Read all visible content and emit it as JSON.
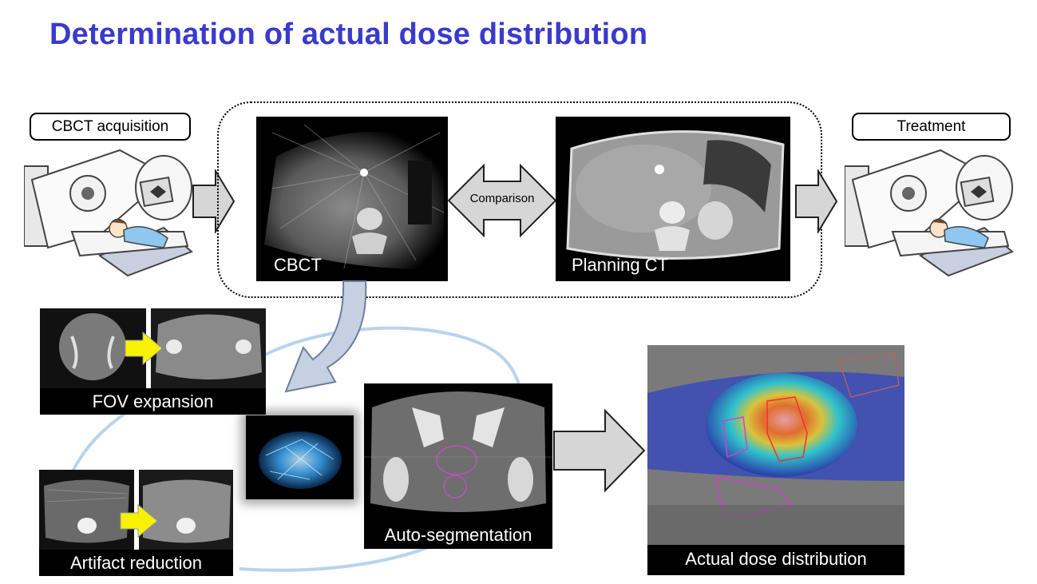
{
  "title": "Determination of actual dose distribution",
  "labels": {
    "cbct_acquisition": "CBCT acquisition",
    "treatment": "Treatment",
    "comparison": "Comparison"
  },
  "panels": {
    "cbct": "CBCT",
    "planning_ct": "Planning CT",
    "fov_expansion": "FOV expansion",
    "artifact_reduction": "Artifact reduction",
    "auto_segmentation": "Auto-segmentation",
    "actual_dose_distribution": "Actual dose distribution"
  },
  "colors": {
    "title": "#3a3acc",
    "arrow_fill": "#d6d6d6",
    "loop_curve": "#b8d4ec",
    "down_arrow": "#c5d0e2",
    "small_arrow": "#f7f200"
  },
  "icons": [
    "linac-machine-icon",
    "patient-icon",
    "neural-network-icon"
  ]
}
